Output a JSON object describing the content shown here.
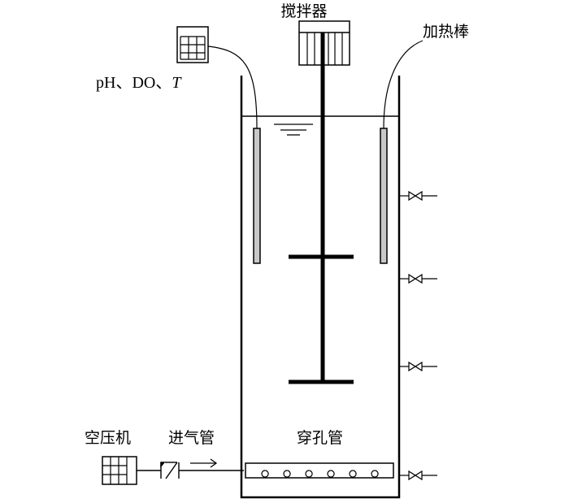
{
  "labels": {
    "stirrer": "搅拌器",
    "heater": "加热棒",
    "sensor_prefix": "pH、DO、",
    "sensor_t": "T",
    "compressor": "空压机",
    "inlet_pipe": "进气管",
    "perforated_pipe": "穿孔管"
  },
  "colors": {
    "line": "#000000",
    "probe_fill": "#c8c8c8",
    "background": "#ffffff"
  }
}
